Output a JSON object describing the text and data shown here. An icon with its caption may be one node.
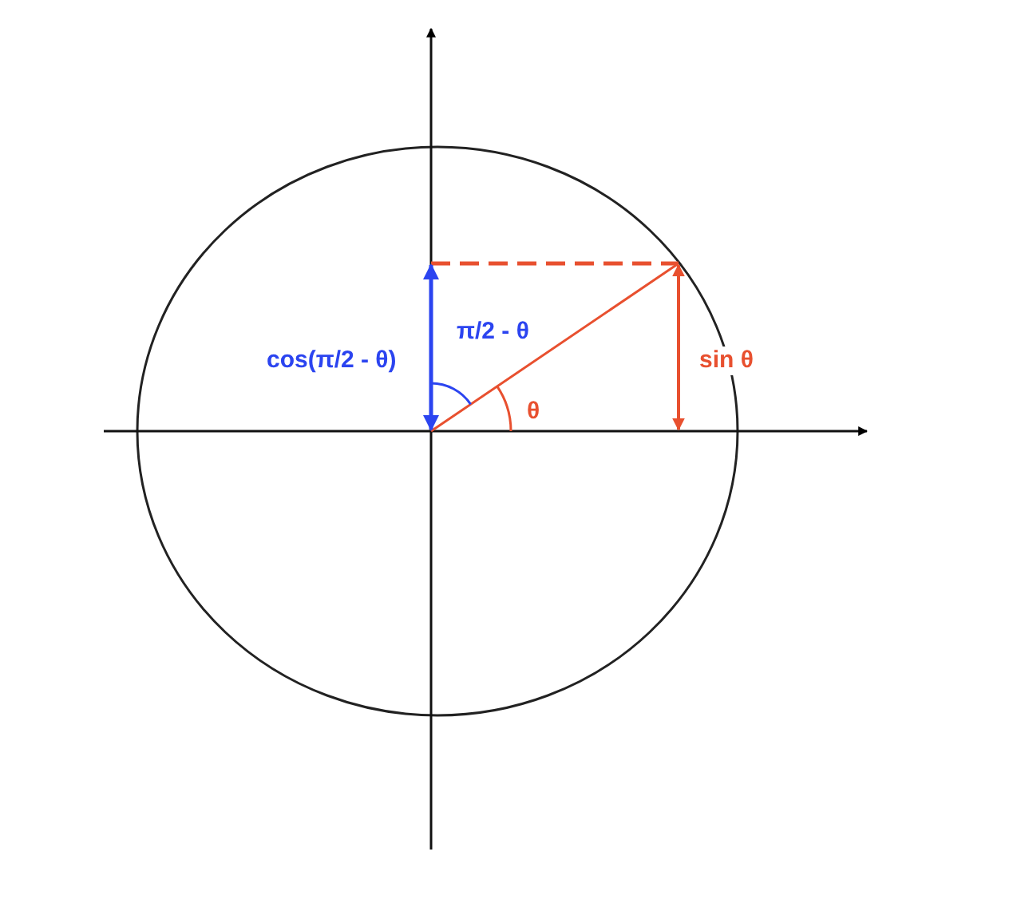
{
  "diagram": {
    "labels": [
      "cos(π/2 - θ)",
      "π/2 - θ",
      "θ",
      "sin θ"
    ]
  }
}
